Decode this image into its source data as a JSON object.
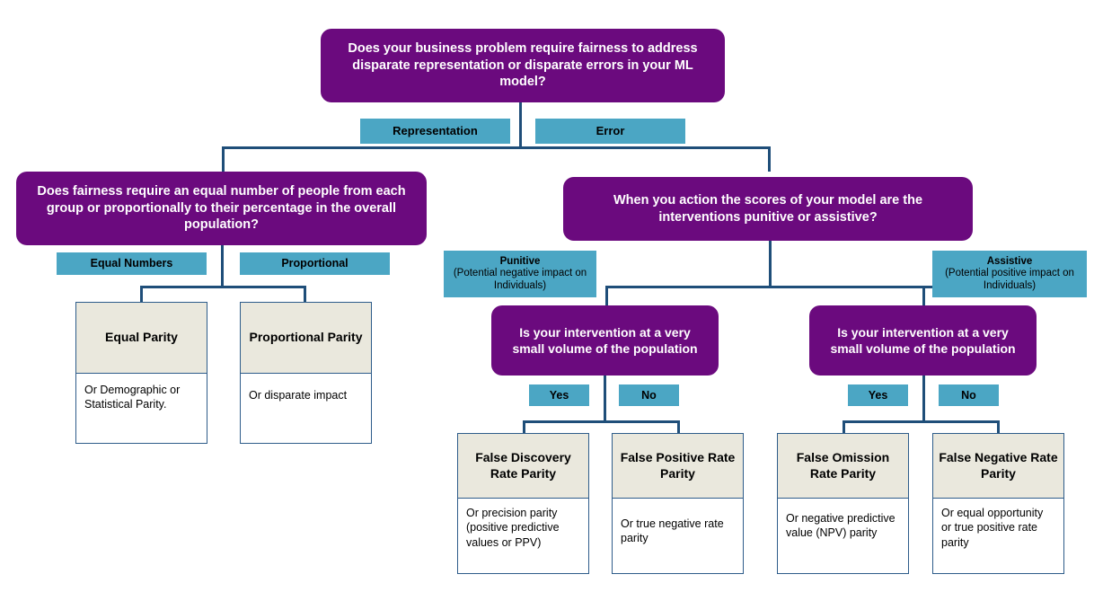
{
  "diagram": {
    "title": "Fairness metric decision tree",
    "colors": {
      "question_purple": "#6B0A7E",
      "answer_teal": "#4BA6C4",
      "card_header_beige": "#EAE8DD",
      "card_body_white": "#FFFFFF",
      "connector_navy": "#1F4E79",
      "card_border": "#2E5C8A",
      "background": "#FFFFFF"
    },
    "root_question": {
      "text": "Does your business problem require fairness to address disparate representation or disparate errors in your ML model?"
    },
    "root_answers": [
      {
        "label": "Representation"
      },
      {
        "label": "Error"
      }
    ],
    "representation_branch": {
      "question": {
        "text": "Does fairness require an equal number of people from each group or proportionally to their percentage in the overall population?"
      },
      "answers": [
        {
          "label": "Equal Numbers"
        },
        {
          "label": "Proportional"
        }
      ],
      "results": [
        {
          "title": "Equal Parity",
          "note": "Or Demographic or Statistical Parity."
        },
        {
          "title": "Proportional Parity",
          "note": "Or disparate impact"
        }
      ]
    },
    "error_branch": {
      "question": {
        "text": "When you action the scores of your model are the interventions punitive or assistive?"
      },
      "answers": [
        {
          "label": "Punitive",
          "sublabel": "(Potential negative impact on Individuals)"
        },
        {
          "label": "Assistive",
          "sublabel": "(Potential positive impact on Individuals)"
        }
      ],
      "punitive": {
        "question": {
          "text": "Is your intervention at a very small volume of the population"
        },
        "answers": [
          {
            "label": "Yes"
          },
          {
            "label": "No"
          }
        ],
        "results": [
          {
            "title": "False Discovery Rate Parity",
            "note": "Or precision parity (positive predictive values or PPV)"
          },
          {
            "title": "False Positive Rate Parity",
            "note": "Or true negative rate parity"
          }
        ]
      },
      "assistive": {
        "question": {
          "text": "Is your intervention at a very small volume of the population"
        },
        "answers": [
          {
            "label": "Yes"
          },
          {
            "label": "No"
          }
        ],
        "results": [
          {
            "title": "False Omission Rate Parity",
            "note": "Or negative predictive value (NPV) parity"
          },
          {
            "title": "False Negative Rate Parity",
            "note": "Or equal opportunity or true positive rate parity"
          }
        ]
      }
    }
  }
}
